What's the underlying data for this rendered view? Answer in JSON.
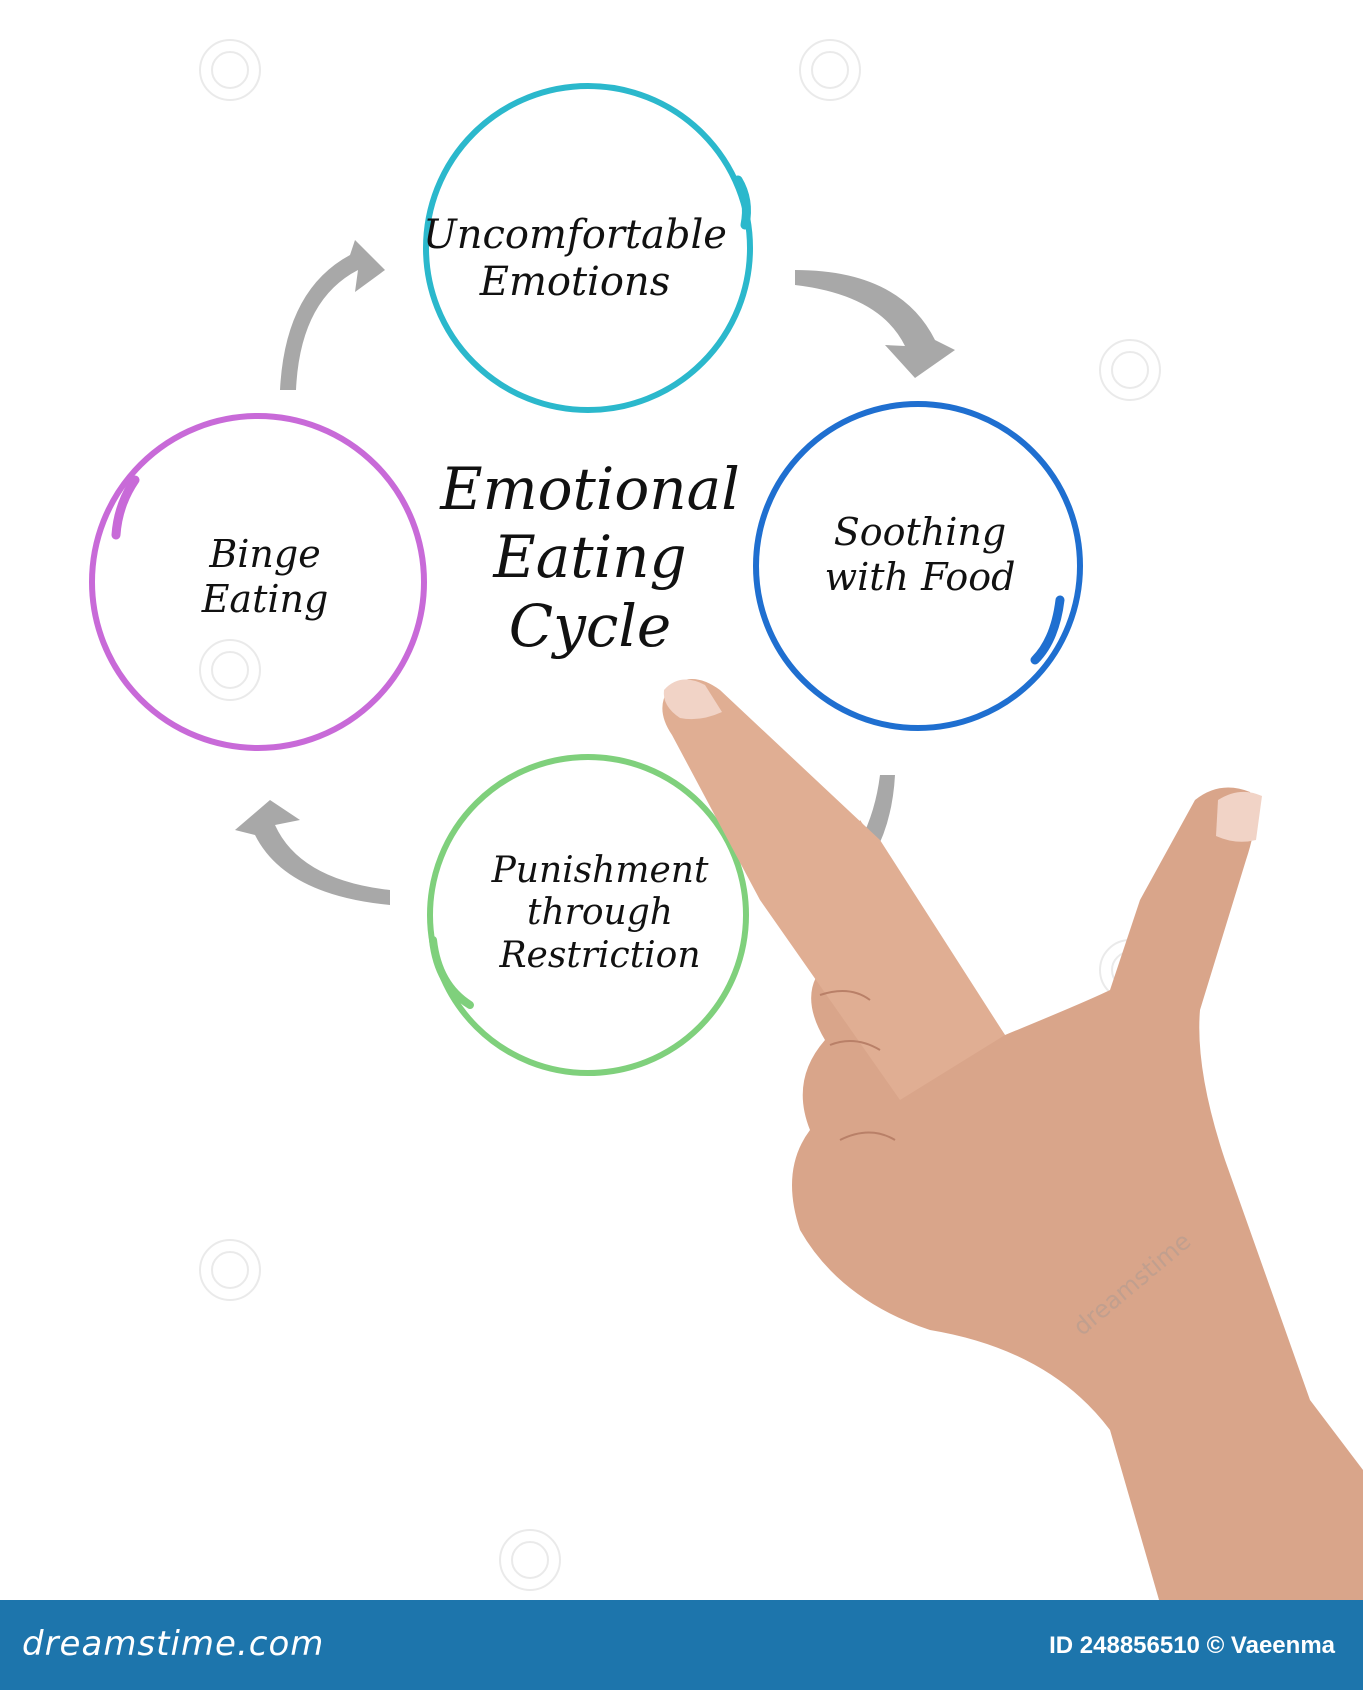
{
  "diagram": {
    "title": "Emotional\nEating\nCycle",
    "nodes": [
      {
        "id": "top",
        "label": "Uncomfortable\nEmotions",
        "color": "#2bb8cc"
      },
      {
        "id": "right",
        "label": "Soothing\nwith Food",
        "color": "#1f6fd0"
      },
      {
        "id": "bottom",
        "label": "Punishment\nthrough\nRestriction",
        "color": "#7fd07c"
      },
      {
        "id": "left",
        "label": "Binge\nEating",
        "color": "#c86ad8"
      }
    ],
    "arrow_color": "#a8a8a8"
  },
  "footer": {
    "brand": "dreamstime.com",
    "credit": "ID 248856510 © Vaeenma",
    "background": "#1d75ac"
  },
  "watermark": {
    "text": "dreamstime"
  }
}
